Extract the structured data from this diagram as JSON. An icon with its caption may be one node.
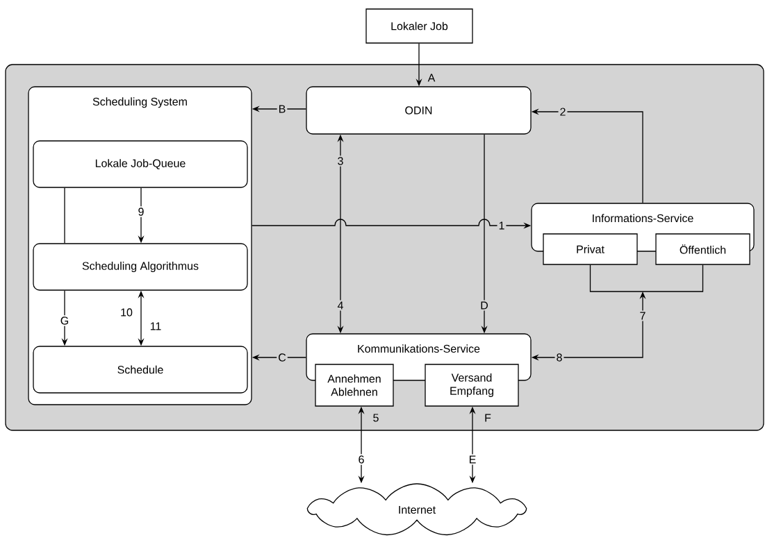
{
  "diagram": {
    "nodes": [
      {
        "text": [
          "Lokaler Job"
        ]
      },
      {
        "text": [],
        "shape": "box"
      },
      {
        "text": [
          "Scheduling System"
        ],
        "in": 1
      },
      {
        "text": [
          "Lokale Job-Queue"
        ],
        "in": 2
      },
      {
        "text": [
          "Scheduling Algorithmus"
        ],
        "in": 2
      },
      {
        "text": [
          "Schedule"
        ],
        "in": 2
      },
      {
        "text": [
          "ODIN"
        ],
        "in": 1
      },
      {
        "text": [
          "Informations-Service"
        ],
        "in": 1
      },
      {
        "text": [
          "Privat"
        ],
        "in": 1
      },
      {
        "text": [
          "Öffentlich"
        ],
        "in": 1
      },
      {
        "text": [
          "Kommunikations-Service"
        ],
        "in": 1
      },
      {
        "text": [
          "Annehmen Ablehnen"
        ],
        "in": 1
      },
      {
        "text": [
          "Versand Empfang"
        ],
        "in": 1
      },
      {
        "text": [
          "Internet"
        ]
      }
    ],
    "edges": [
      {
        "from": 0,
        "to": 6,
        "arrow": "to",
        "label": "A"
      },
      {
        "from": 6,
        "to": 2,
        "arrow": "to",
        "label": "B"
      },
      {
        "from": 7,
        "to": 6,
        "arrow": "to",
        "label": "2"
      },
      {
        "from": 6,
        "to": 10,
        "arrow": "both",
        "label": "3"
      },
      {
        "from": 6,
        "to": 10,
        "arrow": "to",
        "label": "D"
      },
      {
        "from": 2,
        "to": 7,
        "arrow": "to",
        "label": "1"
      },
      {
        "from": 3,
        "to": 4,
        "arrow": "to",
        "label": "9"
      },
      {
        "from": 3,
        "to": 4,
        "arrow": "none"
      },
      {
        "from": 4,
        "to": 5,
        "arrow": "to",
        "label": "G"
      },
      {
        "from": 4,
        "to": 5,
        "arrow": "both",
        "label": "10"
      },
      {
        "from": 10,
        "to": 2,
        "arrow": "to",
        "label": "C"
      },
      {
        "from": null,
        "to": 10,
        "arrow": "both",
        "label": "7"
      },
      {
        "from": 9,
        "to": 8,
        "arrow": "none"
      },
      {
        "from": 11,
        "to": 13,
        "arrow": "both",
        "label": "5"
      },
      {
        "from": 12,
        "to": 13,
        "arrow": "both",
        "label": "F"
      }
    ],
    "labels": [
      "4",
      "11",
      "8",
      "6",
      "E"
    ]
  }
}
